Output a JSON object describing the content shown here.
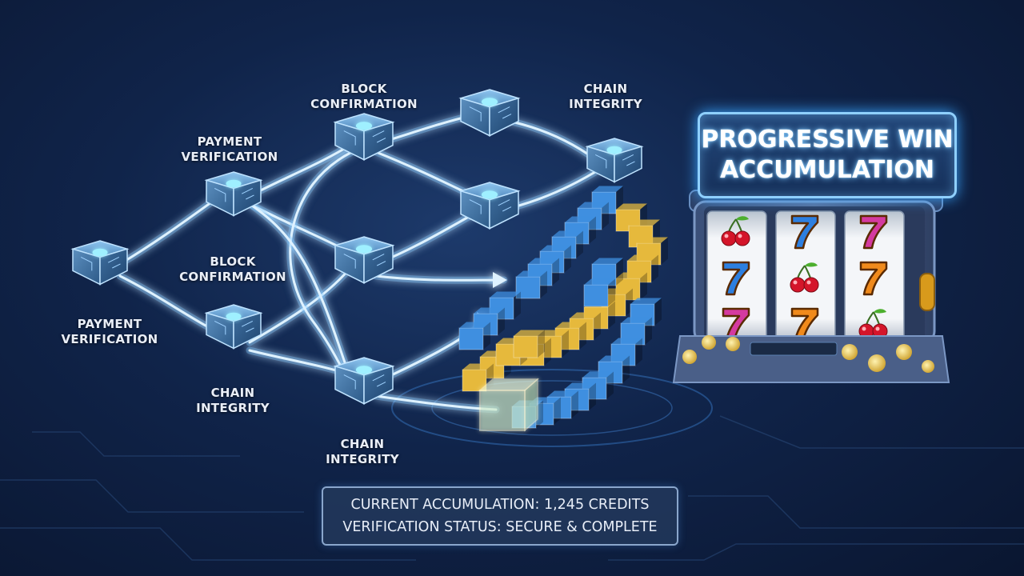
{
  "diagram": {
    "nodes": [
      {
        "id": "n1",
        "lines": [
          "PAYMENT",
          "VERIFICATION"
        ]
      },
      {
        "id": "n2",
        "lines": [
          "PAYMENT",
          "VERIFICATION"
        ]
      },
      {
        "id": "n3",
        "lines": [
          "BLOCK",
          "CONFIRMATION"
        ]
      },
      {
        "id": "n4",
        "lines": [
          "CHAIN",
          "INTEGRITY"
        ]
      },
      {
        "id": "n5",
        "lines": [
          "BLOCK",
          "CONFIRMATION"
        ]
      },
      {
        "id": "n6",
        "lines": [
          "CHAIN",
          "INTEGRITY"
        ]
      },
      {
        "id": "n7",
        "lines": [
          "CHAIN",
          "INTEGRITY"
        ]
      }
    ],
    "connection_color": "#7cc8ff",
    "block_colors": {
      "blue": "#3f8fe0",
      "gold": "#e6b93c"
    }
  },
  "sign": {
    "line1": "PROGRESSIVE WIN",
    "line2": "ACCUMULATION"
  },
  "status": {
    "accumulation": "CURRENT ACCUMULATION: 1,245 CREDITS",
    "verification": "VERIFICATION STATUS: SECURE & COMPLETE"
  },
  "slot_machine": {
    "reels": [
      [
        "cherry-icon",
        "seven-icon",
        "seven-icon"
      ],
      [
        "seven-icon",
        "cherry-icon",
        "seven-icon"
      ],
      [
        "seven-icon",
        "seven-icon",
        "cherry-icon"
      ]
    ],
    "seven_colors": [
      "#f08a1c",
      "#2d7fe0",
      "#d43aa0"
    ]
  }
}
